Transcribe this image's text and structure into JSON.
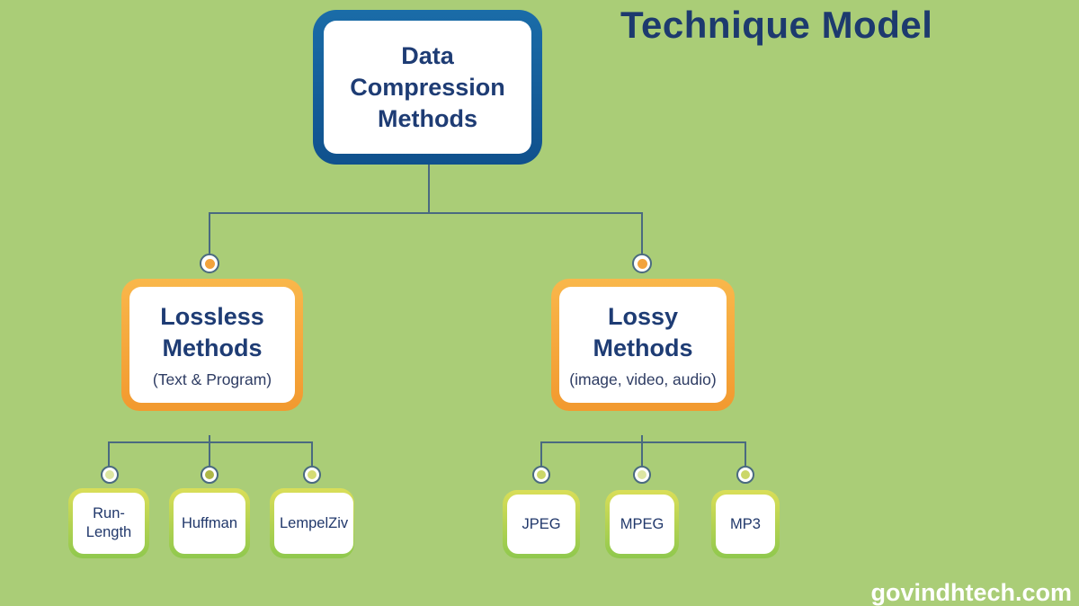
{
  "title": "Technique Model",
  "watermark": "govindhtech.com",
  "colors": {
    "background": "#aacd77",
    "title_text": "#1d3a6e",
    "node_text": "#1e3c74",
    "subtext": "#2e3c63",
    "root_border_blue": "#15639f",
    "branch_border_orange": "#f5a338",
    "leaf_border_green": "#a8cf52",
    "connector": "#4a6a80",
    "watermark_text": "#ffffff"
  },
  "tree": {
    "root": {
      "label": "Data Compression Methods"
    },
    "branches": [
      {
        "label": "Lossless Methods",
        "sublabel": "(Text & Program)",
        "dot_color": "#f2a33c",
        "children": [
          {
            "label": "Run-Length",
            "dot_color": "#dde6a2"
          },
          {
            "label": "Huffman",
            "dot_color": "#aeb747"
          },
          {
            "label": "LempelZiv",
            "dot_color": "#d5dc74"
          }
        ]
      },
      {
        "label": "Lossy Methods",
        "sublabel": "(image, video, audio)",
        "dot_color": "#f2a33c",
        "children": [
          {
            "label": "JPEG",
            "dot_color": "#cbd768"
          },
          {
            "label": "MPEG",
            "dot_color": "#dde6a2"
          },
          {
            "label": "MP3",
            "dot_color": "#cbd768"
          }
        ]
      }
    ]
  }
}
